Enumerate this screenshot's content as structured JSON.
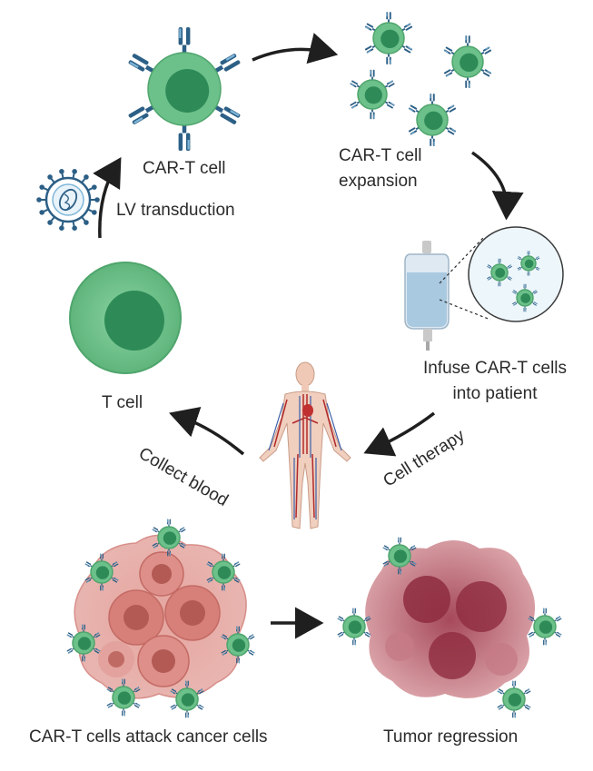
{
  "labels": {
    "car_t_cell": "CAR-T cell",
    "expansion_line1": "CAR-T cell",
    "expansion_line2": "expansion",
    "lv_transduction": "LV transduction",
    "t_cell": "T cell",
    "infuse_line1": "Infuse CAR-T cells",
    "infuse_line2": "into patient",
    "collect_blood": "Collect blood",
    "cell_therapy": "Cell therapy",
    "attack": "CAR-T cells  attack cancer cells",
    "tumor_regression": "Tumor regression"
  },
  "colors": {
    "cell_outer": "#6cc08a",
    "cell_inner": "#2e8b57",
    "receptor": "#2c5f86",
    "receptor_light": "#7fb6d8",
    "arrow": "#1f1f1f",
    "tumor": "#d98c86",
    "tumor_dark": "#b35a55",
    "regression": "#a8434f",
    "bag": "#b9d4e8"
  },
  "icons": {
    "virus": "lentivirus-icon",
    "human": "human-body-icon",
    "bag": "iv-bag-icon"
  }
}
